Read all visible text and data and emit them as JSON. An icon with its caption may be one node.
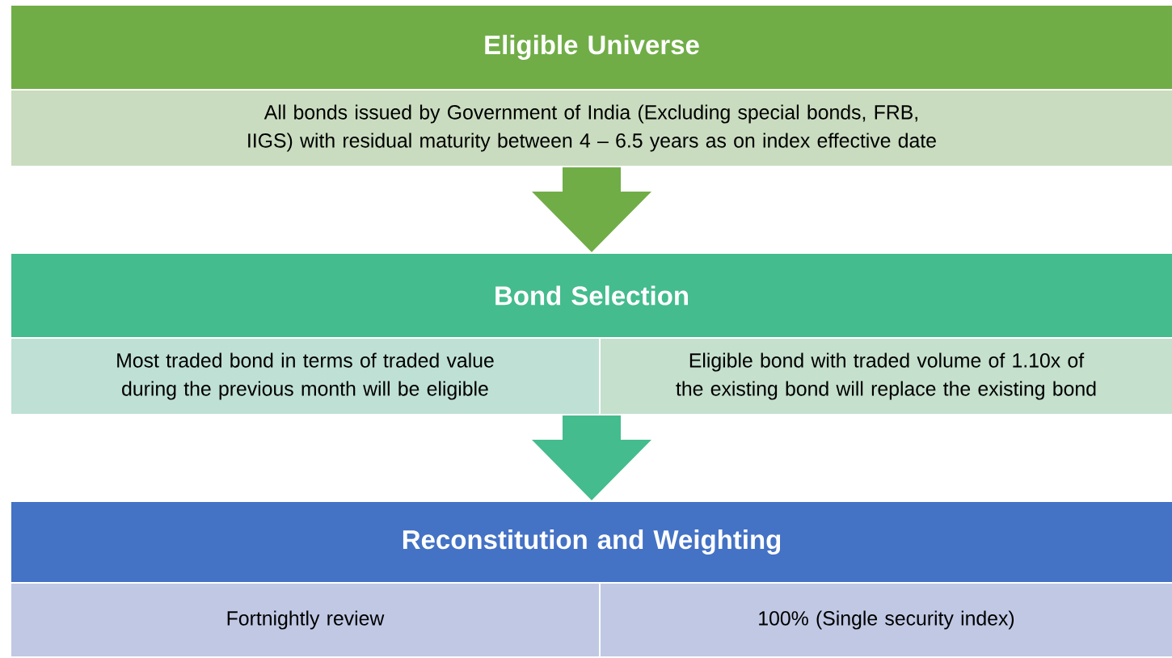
{
  "diagram": {
    "nodes": [
      {
        "text": [
          "Eligible Universe"
        ]
      },
      {
        "text": [
          "All bonds issued by Government of India (Excluding special bonds, FRB, IIGS) with residual maturity between 4 – 6.5 years as on index effective date"
        ]
      },
      {
        "text": [
          "Bond Selection"
        ]
      },
      {
        "text": [
          "Most traded bond in terms of traded value during the previous month will be eligible"
        ]
      },
      {
        "text": [
          "Eligible bond with traded volume of 1.10x of the existing bond will replace the existing bond"
        ]
      },
      {
        "text": [
          "Reconstitution and Weighting"
        ]
      },
      {
        "text": [
          "Fortnightly review"
        ]
      },
      {
        "text": [
          "100% (Single security index)"
        ]
      }
    ],
    "edges": [
      {
        "from": 1,
        "to": 2,
        "arrow": "to",
        "style": "thick",
        "color": "#70ad47"
      },
      {
        "from": 3,
        "to": 5,
        "arrow": "to",
        "style": "thick",
        "color": "#44bc8d"
      },
      {
        "from": 4,
        "to": 5,
        "arrow": "to",
        "style": "thick",
        "color": "#44bc8d"
      }
    ]
  }
}
